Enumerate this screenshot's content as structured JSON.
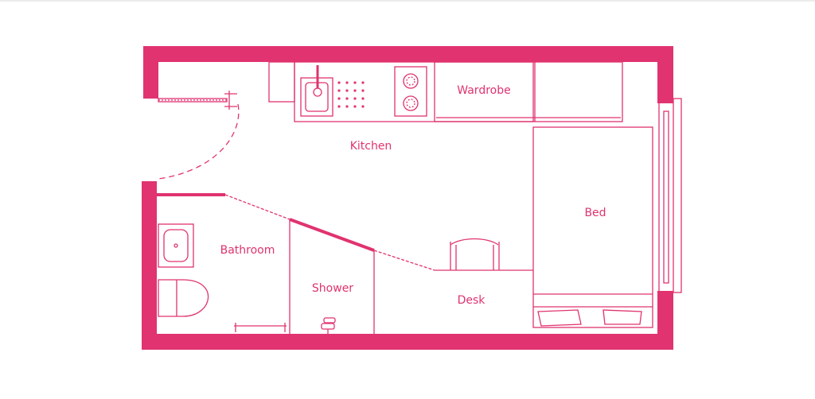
{
  "colors": {
    "accent": "#e0336f",
    "background": "#ffffff"
  },
  "labels": {
    "kitchen": "Kitchen",
    "wardrobe": "Wardrobe",
    "bed": "Bed",
    "bathroom": "Bathroom",
    "shower": "Shower",
    "desk": "Desk"
  }
}
